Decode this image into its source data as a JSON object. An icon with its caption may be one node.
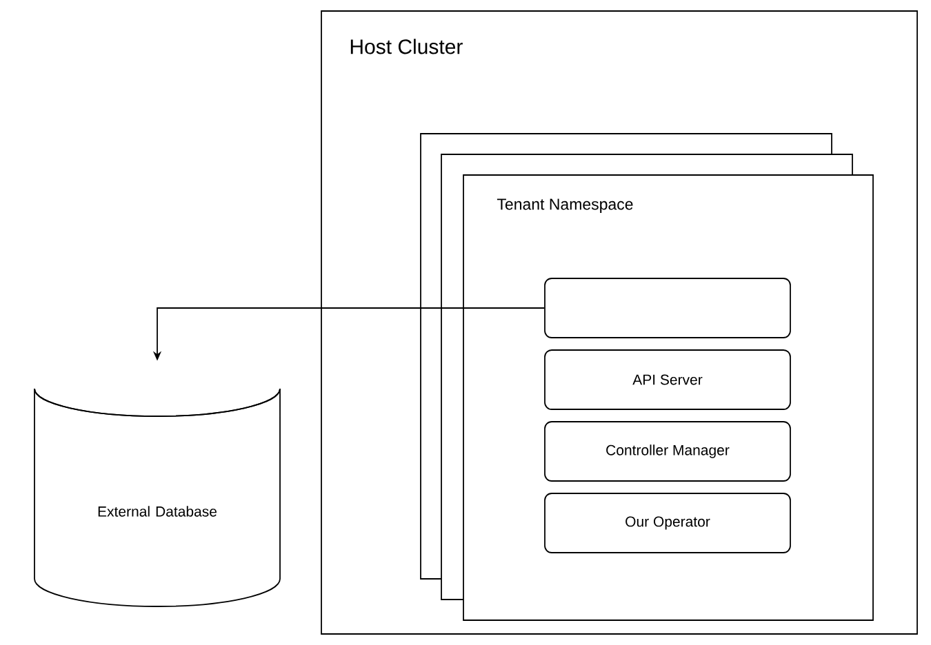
{
  "diagram": {
    "nodes": [
      {
        "text": [
          "Host Cluster"
        ]
      },
      {
        "text": [
          "Tenant Namespace"
        ],
        "in": 0
      },
      {
        "text": [],
        "shape": "box",
        "in": 1
      },
      {
        "text": [
          "API Server"
        ],
        "in": 1
      },
      {
        "text": [
          "Controller Manager"
        ],
        "in": 1
      },
      {
        "text": [
          "Our Operator"
        ],
        "in": 1
      },
      {
        "text": [
          "External Database"
        ]
      }
    ],
    "edges": [
      {
        "from": 2,
        "to": 6,
        "arrow": "to"
      }
    ]
  }
}
